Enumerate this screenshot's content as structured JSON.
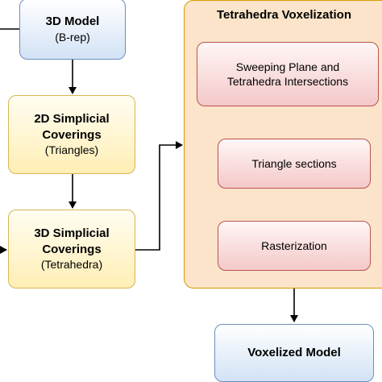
{
  "nodes": {
    "model": {
      "title": "3D Model",
      "subtitle": "(B-rep)"
    },
    "simp2d": {
      "title_line1": "2D Simplicial",
      "title_line2": "Coverings",
      "subtitle": "(Triangles)"
    },
    "simp3d": {
      "title_line1": "3D Simplicial",
      "title_line2": "Coverings",
      "subtitle": "(Tetrahedra)"
    },
    "voxelization": {
      "title": "Tetrahedra Voxelization"
    },
    "sweeping": {
      "line1": "Sweeping Plane and",
      "line2": "Tetrahedra Intersections"
    },
    "triangle_sections": {
      "label": "Triangle sections"
    },
    "rasterization": {
      "label": "Rasterization"
    },
    "voxelized": {
      "title": "Voxelized Model"
    }
  },
  "colors": {
    "blue_fill": "#d2e2f5",
    "blue_stroke": "#6c8ebf",
    "yellow_fill": "#ffeeb4",
    "yellow_stroke": "#d6b656",
    "red_fill": "#f4c8c8",
    "red_stroke": "#b85450",
    "orange_fill": "#fbe4c9",
    "orange_stroke": "#d79b00"
  }
}
